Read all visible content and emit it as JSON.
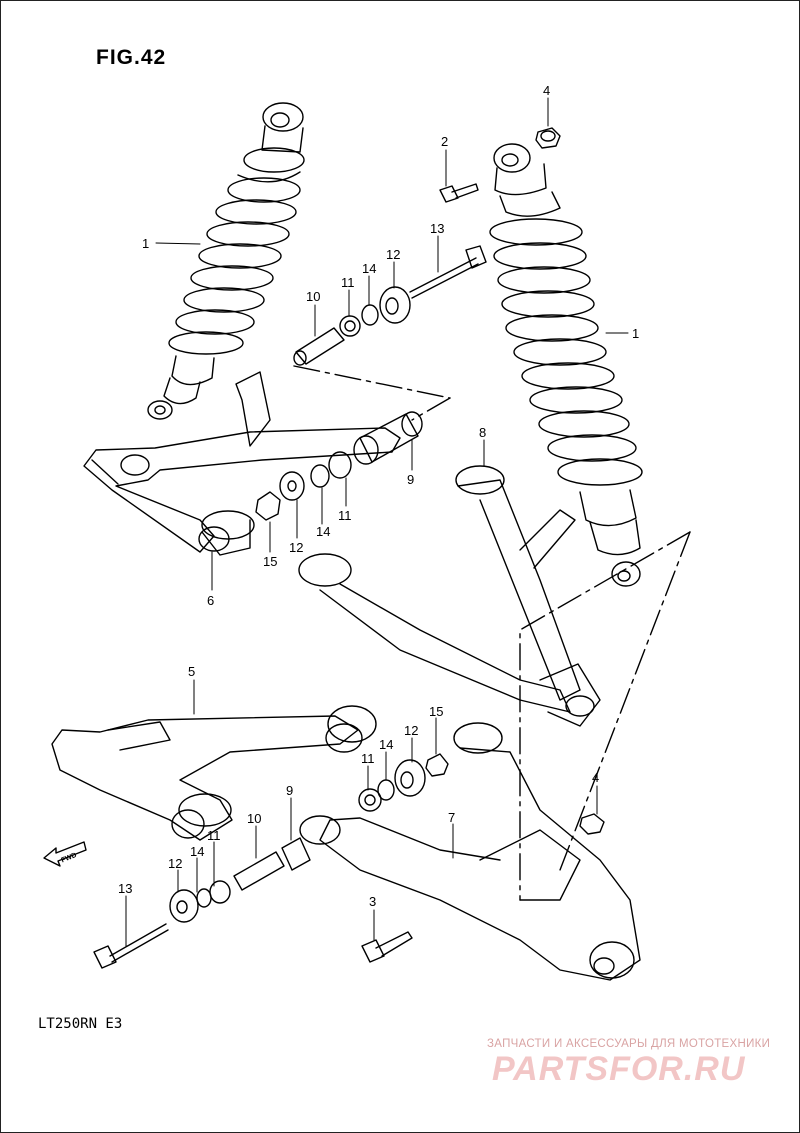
{
  "figure": {
    "title": "FIG.42",
    "model": "LT250RN  E3"
  },
  "fwd_icon": {
    "label": "FWD",
    "icon": "fwd-arrow-icon"
  },
  "watermark": {
    "caption": "ЗАПЧАСТИ И АКСЕССУАРЫ ДЛЯ МОТОТЕХНИКИ",
    "logo": "PARTSFOR.RU",
    "color": "#f2c6c6"
  },
  "callouts": {
    "c1a": "1",
    "c1b": "1",
    "c2": "2",
    "c3": "3",
    "c4a": "4",
    "c4b": "4",
    "c5": "5",
    "c6": "6",
    "c7": "7",
    "c8": "8",
    "c9a": "9",
    "c9b": "9",
    "c10a": "10",
    "c10b": "10",
    "c11a": "11",
    "c11b": "11",
    "c11c": "11",
    "c11d": "11",
    "c12a": "12",
    "c12b": "12",
    "c12c": "12",
    "c12d": "12",
    "c13a": "13",
    "c13b": "13",
    "c14a": "14",
    "c14b": "14",
    "c14c": "14",
    "c14d": "14",
    "c15a": "15",
    "c15b": "15"
  }
}
